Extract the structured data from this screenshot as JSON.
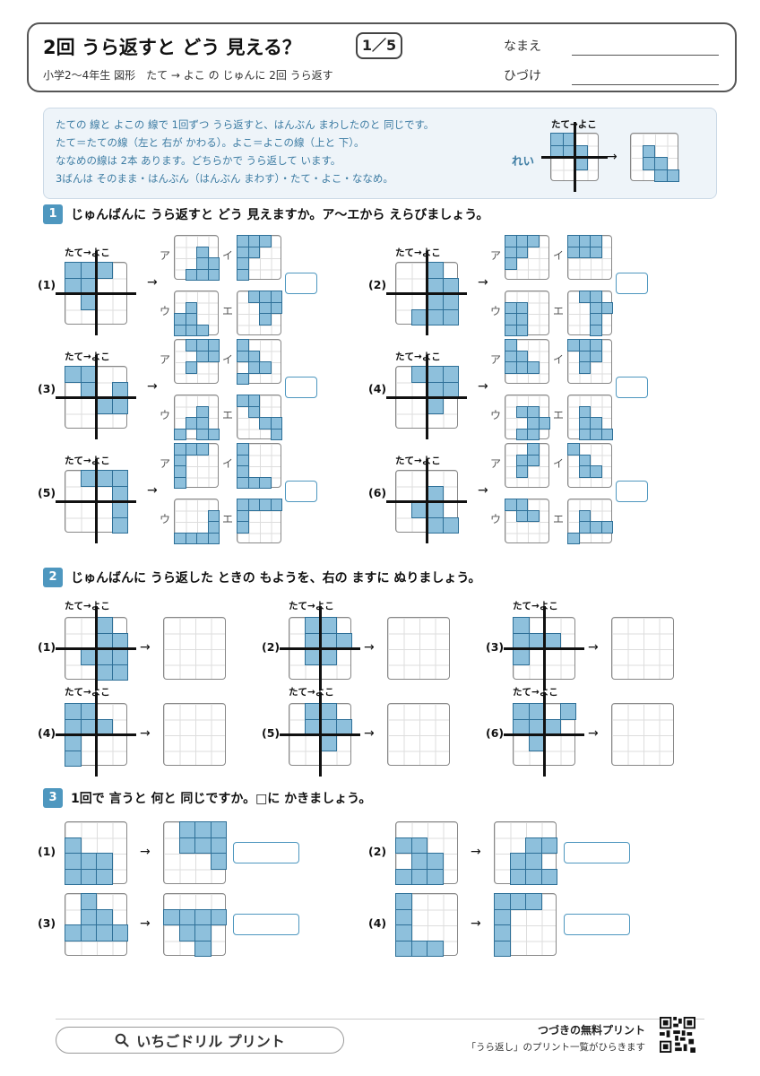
{
  "header": {
    "title": "2回 うら返すと どう 見える？",
    "page": "1／5",
    "subtitle": "小学2～4年生 図形　たて → よこ の じゅんに 2回 うら返す",
    "name_label": "なまえ",
    "date_label": "ひづけ"
  },
  "info": {
    "lines": [
      "たての 線と よこの 線で 1回ずつ うら返すと、はんぶん まわしたのと 同じです。",
      "たて＝たての線（左と 右が かわる）。よこ＝よこの線（上と 下）。",
      "ななめの線は 2本 あります。どちらかで うら返して います。",
      "3ばんは そのまま・はんぶん（はんぶん まわす）・たて・よこ・ななめ。"
    ],
    "example_label": "れい",
    "example_caption": "たて→よこ"
  },
  "sections": [
    {
      "num": "1",
      "text": "じゅんばんに うら返すと どう 見えますか。ア～エから えらびましょう。"
    },
    {
      "num": "2",
      "text": "じゅんばんに うら返した ときの もようを、右の ますに ぬりましょう。"
    },
    {
      "num": "3",
      "text": "1回で 言うと 何と 同じですか。□に かきましょう。"
    }
  ],
  "tate_yoko": "たて→よこ",
  "q_labels": [
    "(1)",
    "(2)",
    "(3)",
    "(4)",
    "(5)",
    "(6)"
  ],
  "option_labels": [
    "ア",
    "イ",
    "ウ",
    "エ"
  ],
  "footer": {
    "search_text": "いちごドリル プリント",
    "next_label": "つづきの無料プリント",
    "next_desc": "「うら返し」のプリント一覧がひらきます",
    "search_icon": "search-icon",
    "qr_icon": "qr-code-icon"
  },
  "colors": {
    "accent": "#4e97bf",
    "cell_fill": "#8ec0dc",
    "cell_border": "#2d6f97"
  }
}
